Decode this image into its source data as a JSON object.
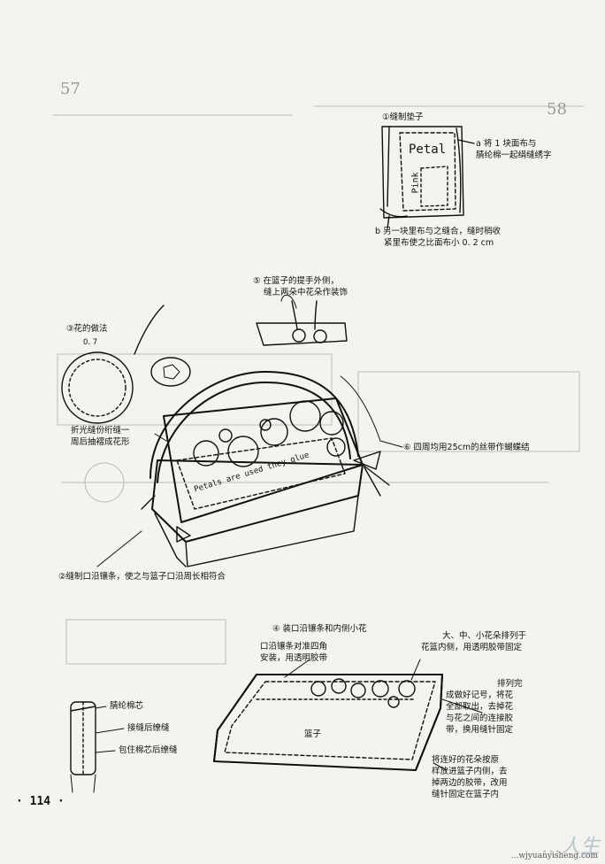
{
  "ghost_left_header": "57",
  "ghost_right_header": "58",
  "page_number": "· 114 ·",
  "steps": {
    "s1_title": "①缝制垫子",
    "s1_a_line1": "a 将 1 块面布与",
    "s1_a_line2": "腈纶棉一起绢缝绣字",
    "s1_b_line1": "b 另一块里布与之缝合，缝时稍收",
    "s1_b_line2": "紧里布使之比面布小 0. 2 cm",
    "s5_line1": "⑤ 在篮子的提手外侧，",
    "s5_line2": "缝上两朵中花朵作装饰",
    "s3_title": "③花的做法",
    "s3_measure": "0. 7",
    "s3_caption_line1": "折光缝份绗缝一",
    "s3_caption_line2": "周后抽褶成花形",
    "s6_text": "⑥ 四周均用25cm的丝带作蝴蝶结",
    "s2_text": "②缝制口沿镶条，使之与篮子口沿周长相符合",
    "s4_title": "④ 装口沿镶条和内侧小花",
    "s4_left_line1": "口沿镶条对准四角",
    "s4_left_line2": "安装，用透明胶带",
    "s4_right_line1": "大、中、小花朵排列于",
    "s4_right_line2": "花篮内侧，用透明胶带固定",
    "s4_note1_line1": "排列完",
    "s4_note1_line2": "成做好记号，将花",
    "s4_note1_line3": "全部取出，去掉花",
    "s4_note1_line4": "与花之间的连接胶",
    "s4_note1_line5": "带，换用缝针固定",
    "s4_note2_line1": "将连好的花朵按原",
    "s4_note2_line2": "样放进篮子内侧，去",
    "s4_note2_line3": "掉两边的胶带，改用",
    "s4_note2_line4": "缝针固定在篮子内",
    "basket_label": "篮子",
    "tube_label1": "腈纶棉芯",
    "tube_label2": "接缝后缭缝",
    "tube_label3": "包住棉芯后缭缝"
  },
  "handwriting": {
    "petal": "Petal",
    "pink": "Pink",
    "basket_text": "Petals are used they glue"
  },
  "watermark": {
    "script": "…人生",
    "url": "...wjyuanyisheng.com"
  }
}
